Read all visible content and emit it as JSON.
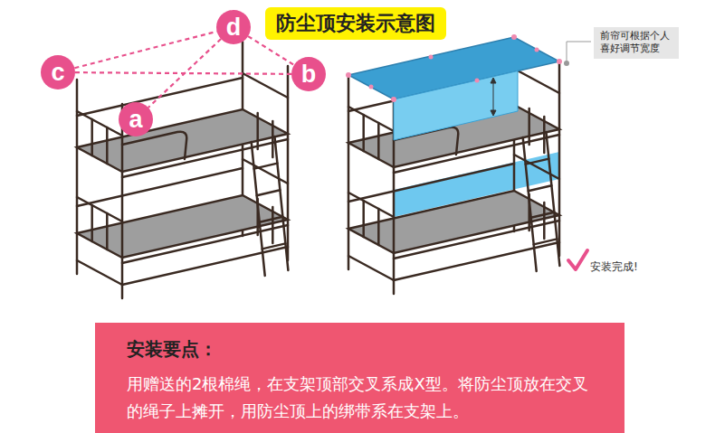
{
  "diagram": {
    "title": "防尘顶安装示意图",
    "nodes": [
      {
        "text": [
          "d"
        ]
      },
      {
        "text": [
          "c"
        ]
      },
      {
        "text": [
          "b"
        ]
      },
      {
        "text": [
          "a"
        ]
      },
      {
        "text": [
          "前帘可根据个人喜好调节宽度"
        ]
      },
      {
        "text": [
          "安装要点：",
          "用赠送的2根棉绳，在支架顶部交叉系成X型。将防尘顶放在交叉的绳子上摊开，用防尘顶上的绑带系在支架上。"
        ]
      }
    ],
    "edges": [
      {
        "from": 1,
        "to": 0,
        "arrow": "none"
      },
      {
        "from": 1,
        "to": 2,
        "arrow": "none"
      },
      {
        "from": 0,
        "to": 3,
        "arrow": "none"
      },
      {
        "from": 0,
        "to": 2,
        "arrow": "none"
      }
    ],
    "labels": [
      "安装完成!"
    ]
  }
}
